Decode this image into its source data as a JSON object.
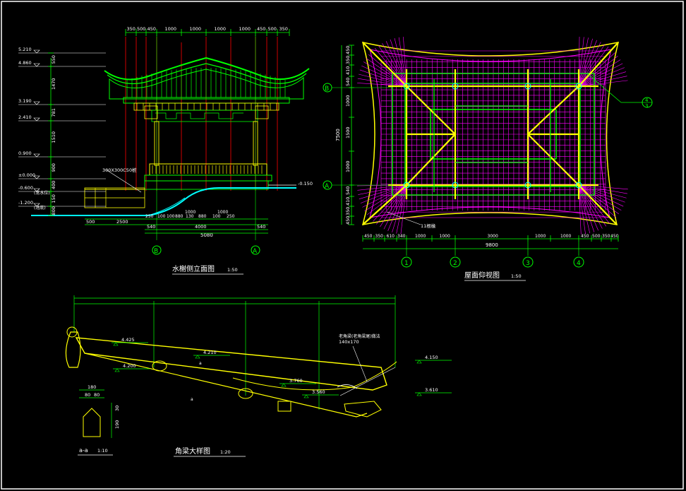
{
  "colors": {
    "background": "#000000",
    "frame": "#ffffff",
    "green": "#00ff00",
    "yellow": "#ffff00",
    "magenta": "#ff00ff",
    "red": "#ff0000",
    "cyan": "#00ffff",
    "white": "#ffffff"
  },
  "elevation": {
    "title": "水榭侧立面图",
    "scale": "1:50",
    "top_dims": [
      "350",
      "500",
      "450",
      "1000",
      "1000",
      "1000",
      "1000",
      "450",
      "500",
      "350"
    ],
    "levels": [
      "5.210",
      "4.860",
      "3.190",
      "2.410",
      "0.900",
      "±0.000",
      "-0.600",
      "-1.200"
    ],
    "water_note": "(常水位)",
    "water_note2": "(池底)",
    "left_dims": [
      "550",
      "1470",
      "781",
      "1510",
      "900",
      "400",
      "150",
      "800"
    ],
    "bottom_dims_row1": [
      "250",
      "100",
      "100",
      "880",
      "130",
      "880",
      "100",
      "250"
    ],
    "bottom_dims_row1_mid": [
      "1000",
      "1000"
    ],
    "bottom_dims_row2": [
      "500",
      "2500",
      "540",
      "4000",
      "540"
    ],
    "total": "5080",
    "level_right": "-0.150",
    "note": "300X300C50桩",
    "axis_left": "B",
    "axis_right": "A"
  },
  "plan": {
    "title": "屋面仰视图",
    "scale": "1:50",
    "left_dims": [
      "450",
      "350",
      "410",
      "540",
      "1000",
      "1500",
      "1000",
      "540",
      "410",
      "350",
      "450"
    ],
    "left_total": "7500",
    "bottom_dims": [
      "450",
      "350",
      "610",
      "340",
      "1000",
      "1000",
      "3000",
      "1000",
      "1000",
      "450",
      "500",
      "350",
      "450"
    ],
    "bottom_total": "9800",
    "axes_bottom": [
      "1",
      "2",
      "3",
      "4"
    ],
    "axes_left": [
      "B",
      "A"
    ],
    "note": "11根椽",
    "callout_top": "4",
    "callout_bottom": "3"
  },
  "beam": {
    "title": "角梁大样图",
    "scale": "1:20",
    "levels": [
      "4.425",
      "4.210",
      "4.200",
      "3.760",
      "3.560",
      "4.150",
      "3.610"
    ],
    "note_line1": "老角梁(老角梁尾)做法",
    "note_line2": "140x170",
    "section_dims": [
      "180",
      "80",
      "80",
      "30",
      "190"
    ],
    "section_title": "a-a",
    "section_scale": "1:10",
    "mark_a": "a"
  }
}
